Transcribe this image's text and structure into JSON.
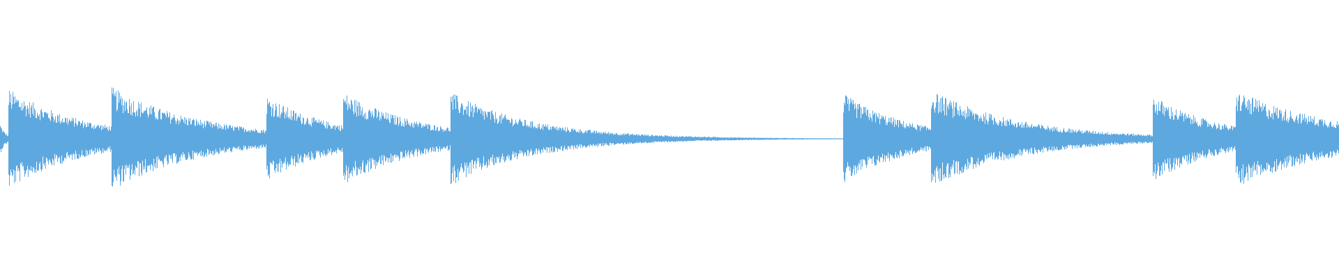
{
  "waveform": {
    "color": "#5ea8e0",
    "background": "#ffffff",
    "duration_units": 1920,
    "baseline_level": 0.0,
    "transients": [
      {
        "onset": 0,
        "peak": 0.18,
        "decay": 8
      },
      {
        "onset": 12,
        "peak": 0.6,
        "decay": 110
      },
      {
        "onset": 160,
        "peak": 0.62,
        "decay": 130
      },
      {
        "onset": 382,
        "peak": 0.52,
        "decay": 95
      },
      {
        "onset": 492,
        "peak": 0.56,
        "decay": 110
      },
      {
        "onset": 646,
        "peak": 0.56,
        "decay": 120
      },
      {
        "onset": 1209,
        "peak": 0.54,
        "decay": 95
      },
      {
        "onset": 1335,
        "peak": 0.58,
        "decay": 130
      },
      {
        "onset": 1653,
        "peak": 0.52,
        "decay": 95
      },
      {
        "onset": 1772,
        "peak": 0.58,
        "decay": 150
      }
    ]
  }
}
